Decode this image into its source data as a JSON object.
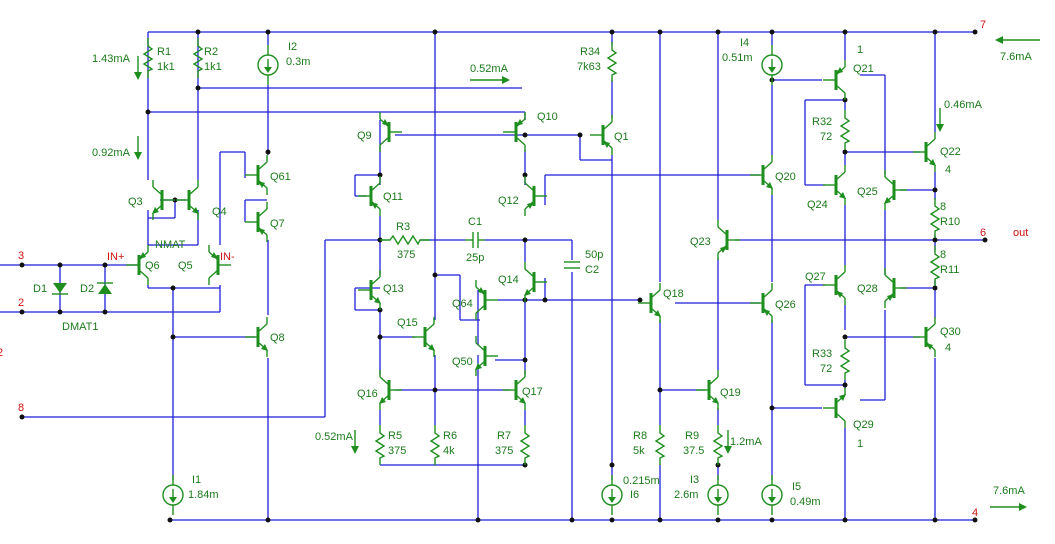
{
  "transistors": [
    {
      "ref": "Q1",
      "label": "Q1"
    },
    {
      "ref": "Q3",
      "label": "Q3"
    },
    {
      "ref": "Q4",
      "label": "Q4"
    },
    {
      "ref": "Q5",
      "label": "Q5"
    },
    {
      "ref": "Q6",
      "label": "Q6"
    },
    {
      "ref": "Q7",
      "label": "Q7"
    },
    {
      "ref": "Q8",
      "label": "Q8"
    },
    {
      "ref": "Q9",
      "label": "Q9"
    },
    {
      "ref": "Q10",
      "label": "Q10"
    },
    {
      "ref": "Q11",
      "label": "Q11"
    },
    {
      "ref": "Q12",
      "label": "Q12"
    },
    {
      "ref": "Q13",
      "label": "Q13"
    },
    {
      "ref": "Q14",
      "label": "Q14"
    },
    {
      "ref": "Q15",
      "label": "Q15"
    },
    {
      "ref": "Q16",
      "label": "Q16"
    },
    {
      "ref": "Q17",
      "label": "Q17"
    },
    {
      "ref": "Q18",
      "label": "Q18"
    },
    {
      "ref": "Q19",
      "label": "Q19"
    },
    {
      "ref": "Q20",
      "label": "Q20"
    },
    {
      "ref": "Q21",
      "label": "Q21"
    },
    {
      "ref": "Q22",
      "label": "Q22"
    },
    {
      "ref": "Q23",
      "label": "Q23"
    },
    {
      "ref": "Q24",
      "label": "Q24"
    },
    {
      "ref": "Q25",
      "label": "Q25"
    },
    {
      "ref": "Q26",
      "label": "Q26"
    },
    {
      "ref": "Q27",
      "label": "Q27"
    },
    {
      "ref": "Q28",
      "label": "Q28"
    },
    {
      "ref": "Q29",
      "label": "Q29"
    },
    {
      "ref": "Q30",
      "label": "Q30"
    },
    {
      "ref": "Q50",
      "label": "Q50"
    },
    {
      "ref": "Q61",
      "label": "Q61"
    },
    {
      "ref": "Q64",
      "label": "Q64"
    }
  ],
  "resistors": [
    {
      "ref": "R1",
      "label": "R1",
      "value": "1k1"
    },
    {
      "ref": "R2",
      "label": "R2",
      "value": "1k1"
    },
    {
      "ref": "R3",
      "label": "R3",
      "value": "375"
    },
    {
      "ref": "R5",
      "label": "R5",
      "value": "375"
    },
    {
      "ref": "R6",
      "label": "R6",
      "value": "4k"
    },
    {
      "ref": "R7",
      "label": "R7",
      "value": "375"
    },
    {
      "ref": "R8",
      "label": "R8",
      "value": "5k"
    },
    {
      "ref": "R9",
      "label": "R9",
      "value": "37.5"
    },
    {
      "ref": "R10",
      "label": "R10",
      "value": "8"
    },
    {
      "ref": "R11",
      "label": "R11",
      "value": "8"
    },
    {
      "ref": "R32",
      "label": "R32",
      "value": "72"
    },
    {
      "ref": "R33",
      "label": "R33",
      "value": "72"
    },
    {
      "ref": "R34",
      "label": "R34",
      "value": "7k63"
    }
  ],
  "capacitors": [
    {
      "ref": "C1",
      "label": "C1",
      "value": "25p"
    },
    {
      "ref": "C2",
      "label": "C2",
      "value": "50p"
    }
  ],
  "diodes": [
    {
      "ref": "D1",
      "label": "D1"
    },
    {
      "ref": "D2",
      "label": "D2"
    },
    {
      "ref": "DMAT1",
      "label": "DMAT1"
    }
  ],
  "current_sources": [
    {
      "ref": "I1",
      "label": "I1",
      "value": "1.84m"
    },
    {
      "ref": "I2",
      "label": "I2",
      "value": "0.3m"
    },
    {
      "ref": "I3",
      "label": "I3",
      "value": "2.6m"
    },
    {
      "ref": "I4",
      "label": "I4",
      "value": "0.51m"
    },
    {
      "ref": "I5",
      "label": "I5",
      "value": "0.49m"
    },
    {
      "ref": "I6",
      "label": "I6",
      "value": "0.215m"
    }
  ],
  "nodes": [
    {
      "id": "3",
      "label": "3"
    },
    {
      "id": "2",
      "label": "2"
    },
    {
      "id": "8",
      "label": "8"
    },
    {
      "id": "7",
      "label": "7"
    },
    {
      "id": "6",
      "label": "6"
    },
    {
      "id": "4",
      "label": "4"
    },
    {
      "id": "2b",
      "label": "2"
    }
  ],
  "net_labels": {
    "in_plus": "IN+",
    "in_minus": "IN-",
    "out": "out",
    "nmat": "NMAT"
  },
  "annotations": [
    {
      "id": "a1",
      "text": "1.43mA"
    },
    {
      "id": "a2",
      "text": "0.92mA"
    },
    {
      "id": "a3",
      "text": "0.52mA"
    },
    {
      "id": "a4",
      "text": "0.52mA"
    },
    {
      "id": "a5",
      "text": "1.2mA"
    },
    {
      "id": "a6",
      "text": "7.6mA"
    },
    {
      "id": "a7",
      "text": "7.6mA"
    },
    {
      "id": "a8",
      "text": "0.46mA"
    },
    {
      "id": "a9",
      "text": "1"
    },
    {
      "id": "a10",
      "text": "4"
    },
    {
      "id": "a11",
      "text": "4"
    },
    {
      "id": "a12",
      "text": "1"
    }
  ],
  "colors": {
    "wire": "#1f1fd8",
    "component": "#1e8f1e",
    "node_label": "#d01010",
    "junction": "#111111",
    "background": "#ffffff"
  }
}
